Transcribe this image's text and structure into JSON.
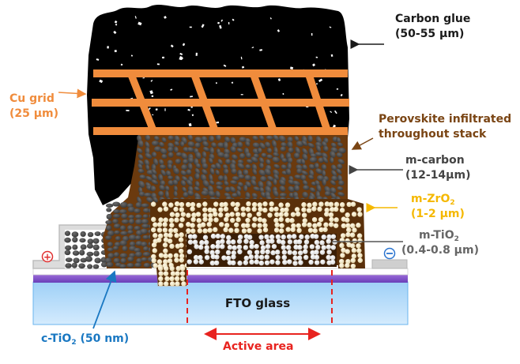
{
  "figure": {
    "type": "device cross-section schematic",
    "subject": "carbon-based perovskite solar cell stack"
  },
  "colors": {
    "carbon_glue": "#000000",
    "cu_grid": "#f08c3c",
    "m_carbon_particle": "#4a4a4a",
    "perovskite": "#6b3a0e",
    "m_zro2": "#f2e6c4",
    "m_tio2": "#f2f2f2",
    "fto_glass": "#bfe0fb",
    "purple_layer": "#7a4fc4",
    "c_tio2": "#ffffff",
    "contact": "#c8c8c8",
    "active_area": "#e8231f",
    "label_dark": "#1a1a1a",
    "label_orange": "#f08c3c",
    "label_brown": "#7a4514",
    "label_gray": "#444444",
    "label_yellow": "#f5b800",
    "label_mid_gray": "#666666",
    "label_blue": "#1a78c2",
    "plus_red": "#e03030",
    "minus_blue": "#2a74d0"
  },
  "labels": {
    "carbon_glue": {
      "line1": "Carbon glue",
      "line2": "(50-55 µm)"
    },
    "cu_grid": {
      "line1": "Cu grid",
      "line2": "(25 µm)"
    },
    "perovskite": {
      "line1": "Perovskite infiltrated",
      "line2": "throughout stack"
    },
    "m_carbon": {
      "line1": "m-carbon",
      "line2": "(12-14µm)"
    },
    "m_zro2": {
      "line1_prefix": "m-ZrO",
      "line1_sub": "2",
      "line2": "(1-2 µm)"
    },
    "m_tio2": {
      "line1_prefix": "m-TiO",
      "line1_sub": "2",
      "line2": "(0.4-0.8 µm)"
    },
    "c_tio2": {
      "prefix": "c-TiO",
      "sub": "2",
      "suffix": " (50 nm)"
    },
    "fto_glass": "FTO glass",
    "active_area": "Active area"
  },
  "terminals": {
    "positive": "+",
    "negative": "−"
  }
}
